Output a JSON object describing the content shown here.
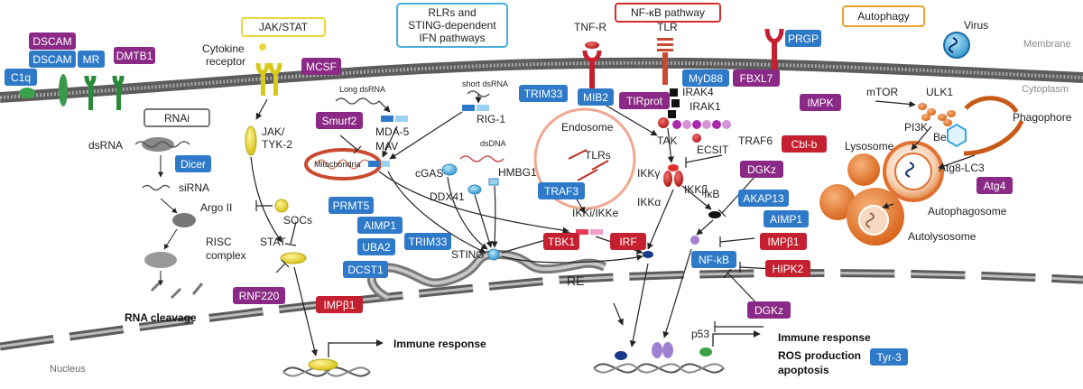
{
  "colors": {
    "blue": "#2e7ac8",
    "purple": "#8a2a86",
    "red": "#c42030",
    "jak": "#e8d83a",
    "rnai": "#777777",
    "nfkb": "#d42e2e",
    "autophagy": "#f0a030",
    "rlr": "#4aaedc",
    "orange": "#e87830",
    "membrane": "#6e6e6e"
  },
  "headers": {
    "jak_stat": "JAK/STAT",
    "rlr_line1": "RLRs and",
    "rlr_line2": "STING-dependent",
    "rlr_line3": "IFN pathways",
    "nfkb": "NF-κB pathway",
    "autophagy": "Autophagy",
    "rnai": "RNAi"
  },
  "regions": {
    "membrane": "Membrane",
    "cytoplasm": "Cytoplasm",
    "nucleus": "Nucleus",
    "re": "RE"
  },
  "labels": {
    "cytokine_receptor_1": "Cytokine",
    "cytokine_receptor_2": "receptor",
    "jak_1": "JAK/",
    "jak_2": "TYK-2",
    "socs": "SOCs",
    "stat": "STAT",
    "dsrna": "dsRNA",
    "sirna": "siRNA",
    "argo": "Argo II",
    "risc_1": "RISC",
    "risc_2": "complex",
    "rna_cleavage": "RNA cleavage",
    "long_dsrna": "Long dsRNA",
    "short_dsrna": "short dsRNA",
    "mda5": "MDA-5",
    "rig1": "RIG-1",
    "mav": "MAV",
    "mitochondria": "Mitochondria",
    "cgas": "cGAS",
    "dsdna": "dsDNA",
    "hmbg1": "HMBG1",
    "ddx41": "DDX41",
    "sting": "STING",
    "tnfr": "TNF-R",
    "tlr": "TLR",
    "irak4": "IRAK4",
    "irak1": "IRAK1",
    "tak": "TAK",
    "ecsit": "ECSIT",
    "traf6": "TRAF6",
    "endosome": "Endosome",
    "tlrs": "TLRs",
    "ikkg": "IKKγ",
    "ikka": "IKKα",
    "ikkb": "IKKβ",
    "ikb": "IκB",
    "ikki": "IKKi/IKKe",
    "mtor": "mTOR",
    "ulk1": "ULK1",
    "pi3k": "PI3K",
    "beclin": "Beclin",
    "phagophore": "Phagophore",
    "lysosome": "Lysosome",
    "virus": "Virus",
    "atg8": "Atg8-LC3",
    "autophagosome": "Autophagosome",
    "autolysosome": "Autolysosome",
    "p53": "p53",
    "immune_left": "Immune response",
    "immune_right": "Immune response",
    "ros": "ROS production",
    "apoptosis": "apoptosis"
  },
  "boxes": {
    "dscam_p": "DSCAM",
    "dscam_b": "DSCAM",
    "c1q": "C1q",
    "mr": "MR",
    "dmtb1": "DMTB1",
    "mcsf": "MCSF",
    "dicer": "Dicer",
    "smurf2": "Smurf2",
    "trim33_top": "TRIM33",
    "prmt5": "PRMT5",
    "aimp1_left": "AIMP1",
    "uba2": "UBA2",
    "trim33_mid": "TRIM33",
    "dcst1": "DCST1",
    "rnf220": "RNF220",
    "impb1_left": "IMPβ1",
    "mib2": "MIB2",
    "myd88": "MyD88",
    "fbxl7": "FBXL7",
    "tirprot": "TIRprot",
    "prgp": "PRGP",
    "impk": "IMPK",
    "cblb": "Cbl-b",
    "dgkz_top": "DGKz",
    "traf3": "TRAF3",
    "tbk1": "TBK1",
    "irf": "IRF",
    "akap13": "AKAP13",
    "aimp1_right": "AIMP1",
    "impb1_right": "IMPβ1",
    "nfkb": "NF-kB",
    "hipk2": "HIPK2",
    "dgkz_bottom": "DGKz",
    "atg4": "Atg4",
    "tyr3": "Tyr-3"
  }
}
